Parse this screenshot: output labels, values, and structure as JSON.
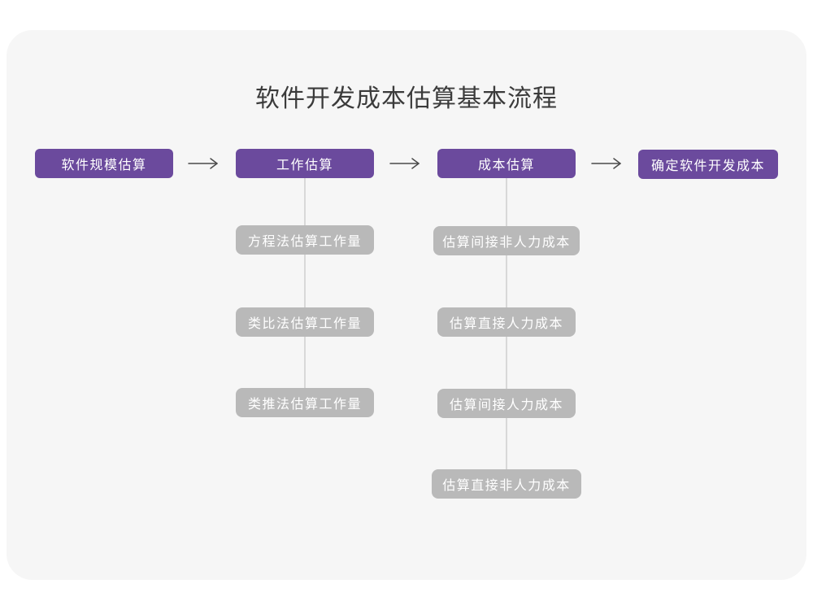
{
  "title": "软件开发成本估算基本流程",
  "colors": {
    "page_background": "#ffffff",
    "card_background": "#f6f6f6",
    "primary_box": "#6b4a9d",
    "secondary_box": "#b9b9b9",
    "connector_line": "#d8d8d8",
    "arrow": "#4a4a4a",
    "title_text": "#3b3b3b",
    "box_text": "#ffffff"
  },
  "flow": {
    "main_steps": [
      {
        "label": "软件规模估算"
      },
      {
        "label": "工作估算"
      },
      {
        "label": "成本估算"
      },
      {
        "label": "确定软件开发成本"
      }
    ],
    "work_estimation_methods": [
      {
        "label": "方程法估算工作量"
      },
      {
        "label": "类比法估算工作量"
      },
      {
        "label": "类推法估算工作量"
      }
    ],
    "cost_estimation_steps": [
      {
        "label": "估算间接非人力成本"
      },
      {
        "label": "估算直接人力成本"
      },
      {
        "label": "估算间接人力成本"
      },
      {
        "label": "估算直接非人力成本"
      }
    ]
  },
  "icons": {
    "right_arrow": "→"
  }
}
